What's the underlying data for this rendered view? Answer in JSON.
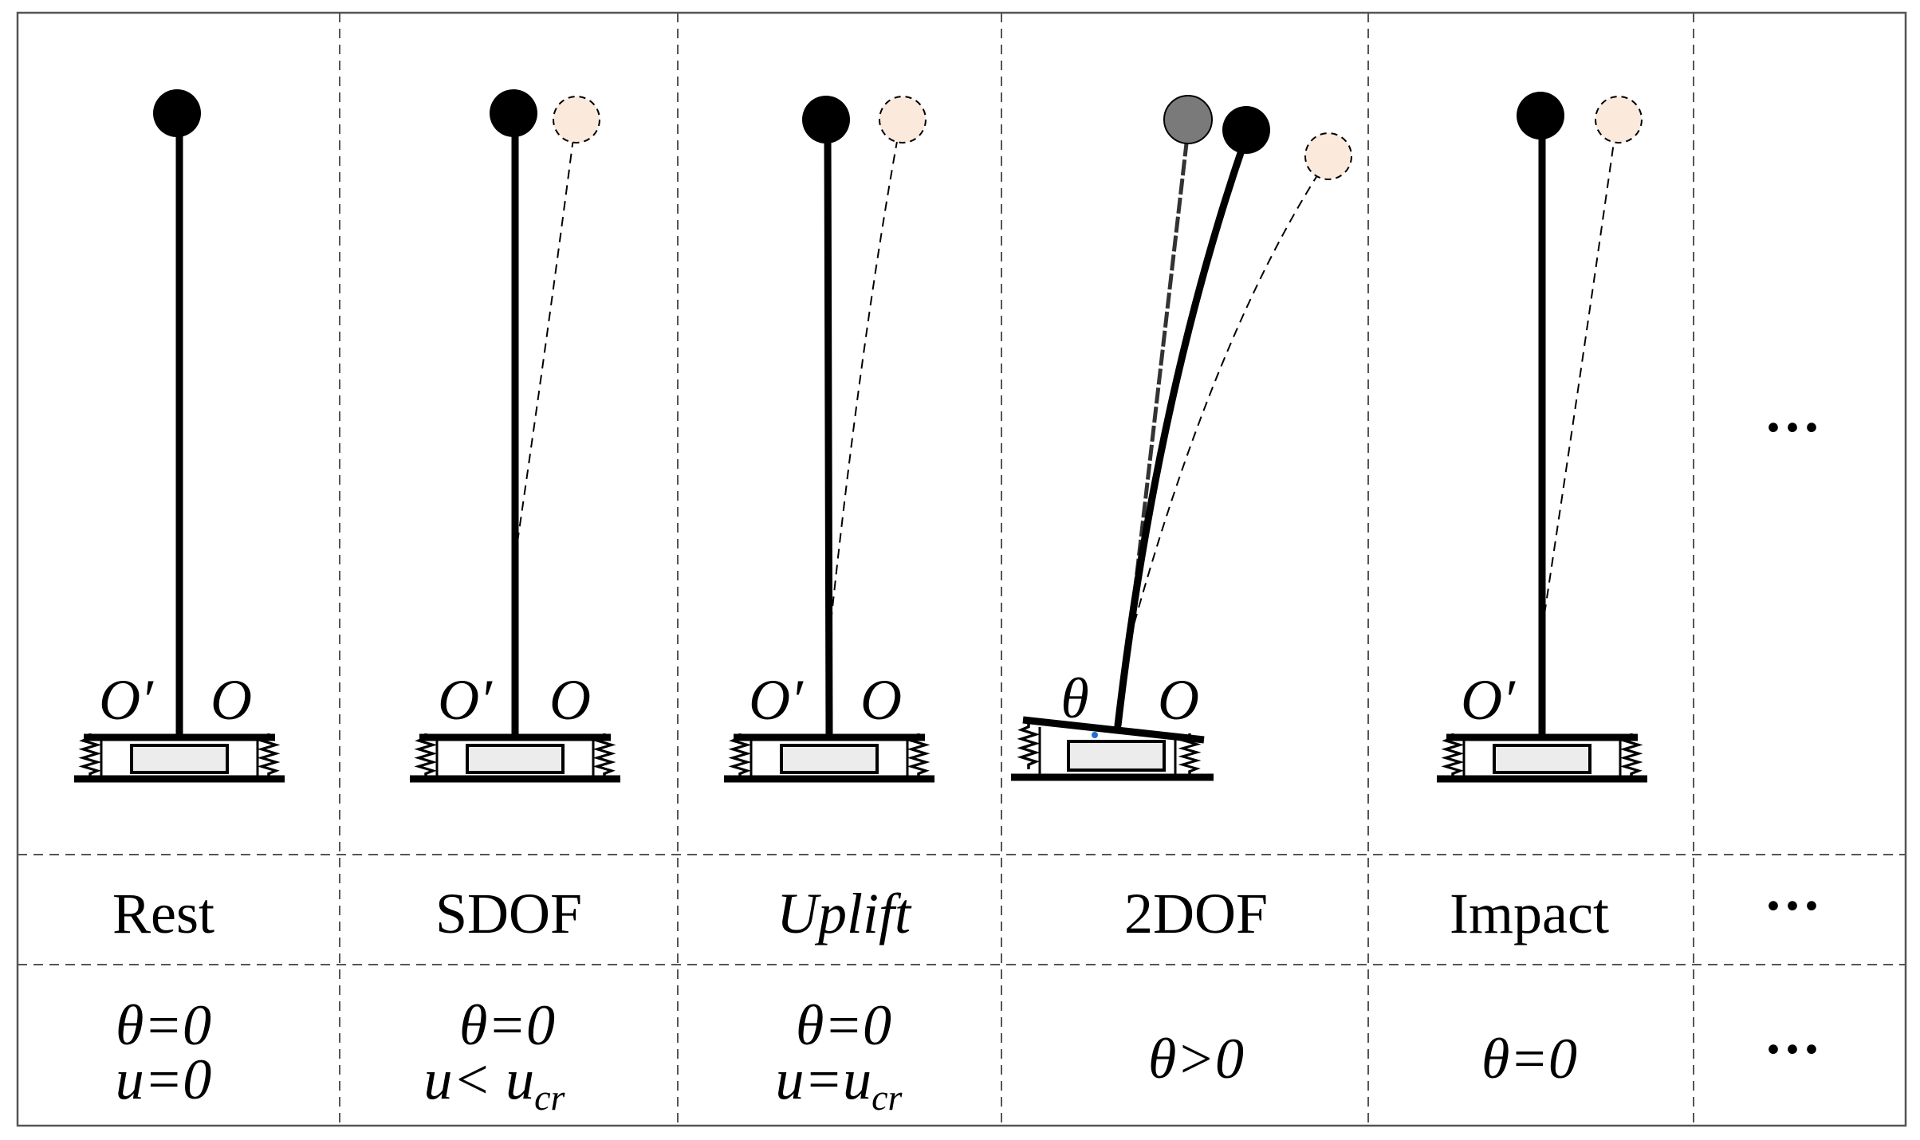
{
  "columns": [
    {
      "mode": "Rest",
      "mode_italic": false,
      "state_line1": "θ=0",
      "state_line2": "u=0",
      "pivot_left": "O′",
      "pivot_right": "O"
    },
    {
      "mode": "SDOF",
      "mode_italic": false,
      "state_line1": "θ=0",
      "state_line2_main": "u< u",
      "state_line2_sub": "cr",
      "pivot_left": "O′",
      "pivot_right": "O"
    },
    {
      "mode": "Uplift",
      "mode_italic": true,
      "state_line1": "θ=0",
      "state_line2_main": "u=u",
      "state_line2_sub": "cr",
      "pivot_left": "O′",
      "pivot_right": "O"
    },
    {
      "mode": "2DOF",
      "mode_italic": false,
      "state_line1": "θ>0",
      "pivot_left": "θ",
      "pivot_right": "O"
    },
    {
      "mode": "Impact",
      "mode_italic": false,
      "state_line1": "θ=0",
      "pivot_left": "O′"
    },
    {
      "ellipsis": "···"
    }
  ],
  "colors": {
    "mass": "#000000",
    "mass_tilted_ghost": "#7a7a7a",
    "mass_displaced": "#fbe9dc",
    "base_box": "#ececec",
    "pivot_marker": "#1f6fd0"
  }
}
